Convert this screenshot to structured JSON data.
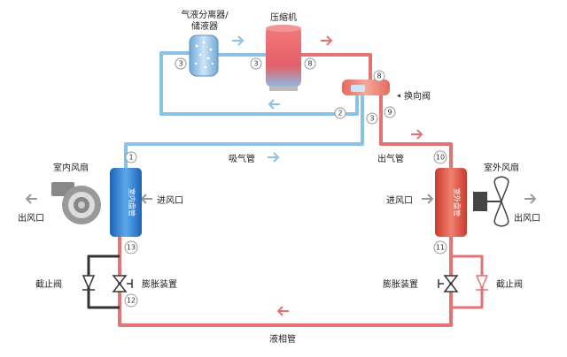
{
  "labels": {
    "separator_line1": "气液分离器/",
    "separator_line2": "储液器",
    "compressor": "压缩机",
    "reversing_valve": "换向阀",
    "suction_pipe": "吸气管",
    "discharge_pipe": "出气管",
    "indoor_fan": "室内风扇",
    "outdoor_fan": "室外风扇",
    "air_outlet_left": "出风口",
    "air_outlet_right": "出风口",
    "air_inlet_left": "进风口",
    "air_inlet_right": "进风口",
    "indoor_coil": "室内盘管",
    "outdoor_coil": "室外盘管",
    "stop_valve_left": "截止阀",
    "stop_valve_right": "截止阀",
    "expansion_left": "膨胀装置",
    "expansion_right": "膨胀装置",
    "liquid_pipe": "液相管"
  },
  "points": {
    "p1": "1",
    "p2": "2",
    "p3a": "3",
    "p3b": "3",
    "p3c": "3",
    "p8a": "8",
    "p8b": "8",
    "p9": "9",
    "p10": "10",
    "p11": "11",
    "p12": "12",
    "p13": "13"
  },
  "colors": {
    "cold": "#8cc1e6",
    "hot": "#e57373",
    "dark": "#333333",
    "indoor_coil": "#2f7fd0",
    "outdoor_coil": "#e04a3c"
  }
}
